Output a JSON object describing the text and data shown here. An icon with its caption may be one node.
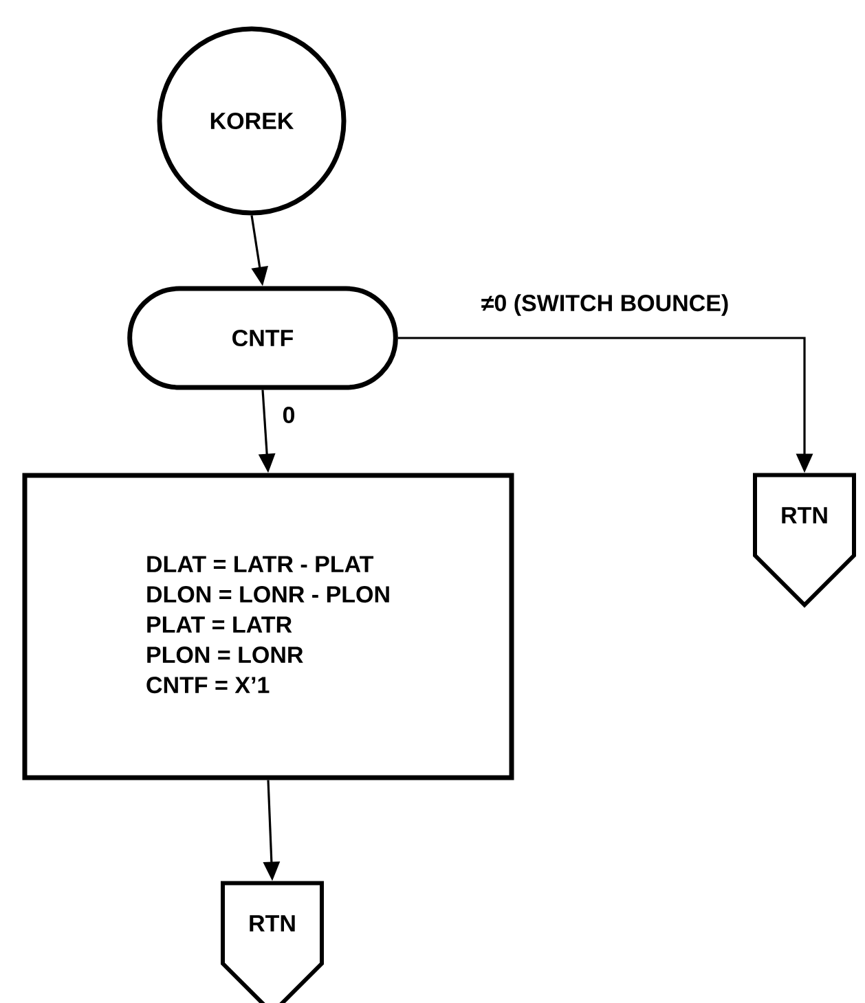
{
  "diagram": {
    "nodes": [
      {
        "text": [
          "KOREK"
        ]
      },
      {
        "text": [
          "CNTF"
        ]
      },
      {
        "text": [
          "DLAT = LATR - PLAT",
          "DLON = LONR - PLON",
          "PLAT = LATR",
          "PLON = LONR",
          "CNTF = X’1"
        ]
      },
      {
        "text": [
          "RTN"
        ]
      },
      {
        "text": [
          "RTN"
        ]
      }
    ],
    "edges": [
      {
        "from": 0,
        "to": 1,
        "arrow": "to"
      },
      {
        "from": 1,
        "to": 3,
        "arrow": "to",
        "label": "≠0 (SWITCH BOUNCE)"
      },
      {
        "from": 1,
        "to": 2,
        "arrow": "to",
        "label": "0"
      },
      {
        "from": 2,
        "to": 4,
        "arrow": "to"
      }
    ]
  }
}
